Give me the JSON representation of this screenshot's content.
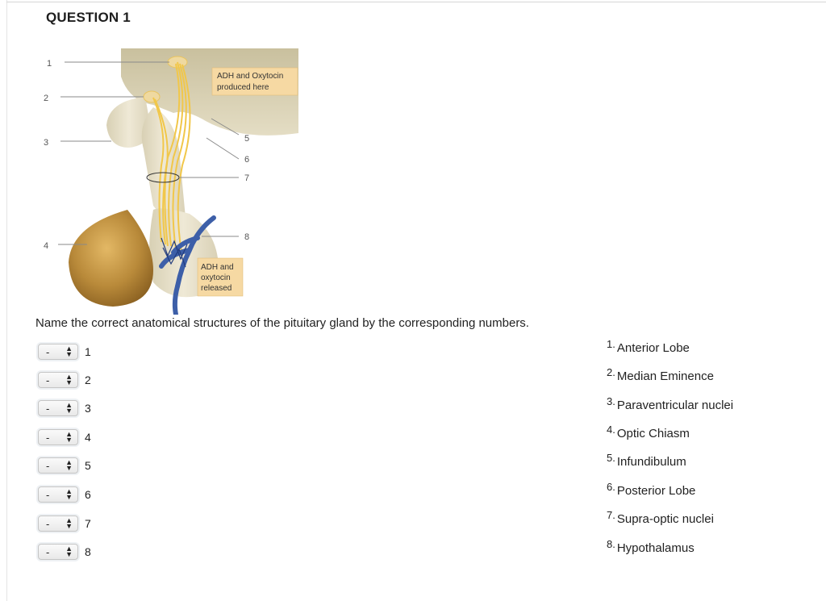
{
  "question": {
    "title": "QUESTION 1"
  },
  "figure": {
    "callout_top": "ADH and Oxytocin\nproduced here",
    "callout_bottom": "ADH and\noxytocin\nreleased",
    "left_labels": [
      "1",
      "2",
      "3",
      "4"
    ],
    "right_labels": [
      "5",
      "6",
      "7",
      "8"
    ]
  },
  "instruction": "Name the correct anatomical structures of the pituitary gland by the corresponding numbers.",
  "matching": [
    {
      "selected": "-",
      "label": "1"
    },
    {
      "selected": "-",
      "label": "2"
    },
    {
      "selected": "-",
      "label": "3"
    },
    {
      "selected": "-",
      "label": "4"
    },
    {
      "selected": "-",
      "label": "5"
    },
    {
      "selected": "-",
      "label": "6"
    },
    {
      "selected": "-",
      "label": "7"
    },
    {
      "selected": "-",
      "label": "8"
    }
  ],
  "answers": [
    {
      "num": "1.",
      "text": "Anterior Lobe"
    },
    {
      "num": "2.",
      "text": "Median Eminence"
    },
    {
      "num": "3.",
      "text": "Paraventricular nuclei"
    },
    {
      "num": "4.",
      "text": "Optic Chiasm"
    },
    {
      "num": "5.",
      "text": "Infundibulum"
    },
    {
      "num": "6.",
      "text": "Posterior Lobe"
    },
    {
      "num": "7.",
      "text": "Supra-optic nuclei"
    },
    {
      "num": "8.",
      "text": "Hypothalamus"
    }
  ],
  "colors": {
    "nerve": "#f1c74a",
    "vessel": "#3d5fa8",
    "anterior": "#b98a3a",
    "tissue": "#e6dfc6"
  }
}
